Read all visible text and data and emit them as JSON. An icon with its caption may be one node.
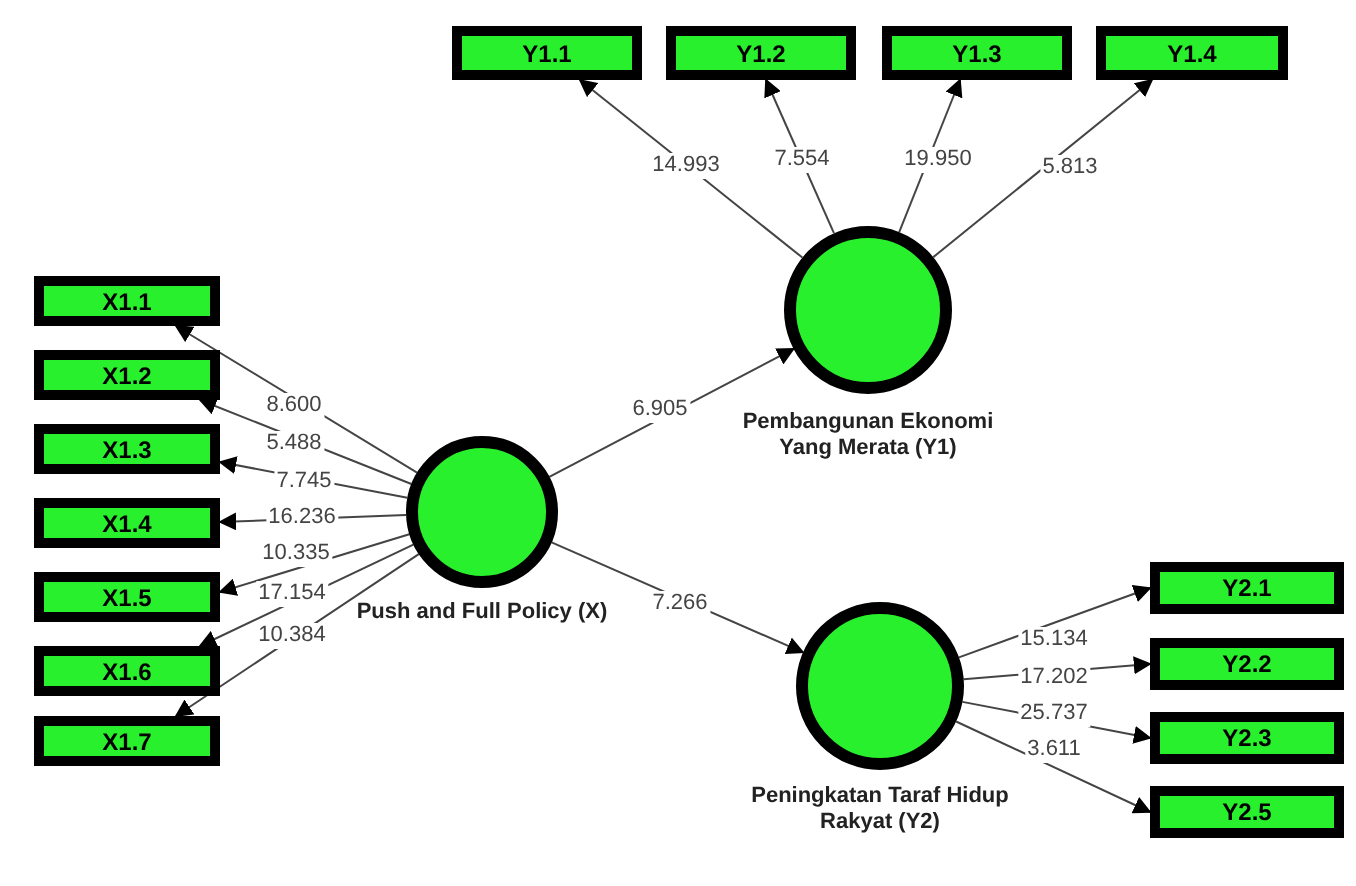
{
  "diagram": {
    "nodes": [
      {
        "text": [
          "X1.1"
        ]
      },
      {
        "text": [
          "X1.2"
        ]
      },
      {
        "text": [
          "X1.3"
        ]
      },
      {
        "text": [
          "X1.4"
        ]
      },
      {
        "text": [
          "X1.5"
        ]
      },
      {
        "text": [
          "X1.6"
        ]
      },
      {
        "text": [
          "X1.7"
        ]
      },
      {
        "text": [
          "Push and Full Policy (X)"
        ]
      },
      {
        "text": [
          "Y1.1"
        ]
      },
      {
        "text": [
          "Y1.2"
        ]
      },
      {
        "text": [
          "Y1.3"
        ]
      },
      {
        "text": [
          "Y1.4"
        ]
      },
      {
        "text": [
          "Pembangunan Ekonomi Yang Merata (Y1)"
        ]
      },
      {
        "text": [
          "Peningkatan Taraf Hidup Rakyat (Y2)"
        ]
      },
      {
        "text": [
          "Y2.1"
        ]
      },
      {
        "text": [
          "Y2.2"
        ]
      },
      {
        "text": [
          "Y2.3"
        ]
      },
      {
        "text": [
          "Y2.5"
        ]
      }
    ],
    "edges": [
      {
        "from": 7,
        "to": 0,
        "arrow": "to",
        "label": "8.600"
      },
      {
        "from": 7,
        "to": 1,
        "arrow": "to",
        "label": "5.488"
      },
      {
        "from": 7,
        "to": 2,
        "arrow": "to",
        "label": "7.745"
      },
      {
        "from": 7,
        "to": 3,
        "arrow": "to",
        "label": "16.236"
      },
      {
        "from": 7,
        "to": 4,
        "arrow": "to",
        "label": "10.335"
      },
      {
        "from": 7,
        "to": 5,
        "arrow": "to",
        "label": "17.154"
      },
      {
        "from": 7,
        "to": 6,
        "arrow": "to",
        "label": "10.384"
      },
      {
        "from": 12,
        "to": 8,
        "arrow": "to",
        "label": "14.993"
      },
      {
        "from": 12,
        "to": 9,
        "arrow": "to",
        "label": "7.554"
      },
      {
        "from": 12,
        "to": 10,
        "arrow": "to",
        "label": "19.950"
      },
      {
        "from": 12,
        "to": 11,
        "arrow": "to",
        "label": "5.813"
      },
      {
        "from": 7,
        "to": 12,
        "arrow": "to",
        "label": "6.905"
      },
      {
        "from": 7,
        "to": 13,
        "arrow": "to",
        "label": "7.266"
      },
      {
        "from": 13,
        "to": 14,
        "arrow": "to",
        "label": "15.134"
      },
      {
        "from": 13,
        "to": 15,
        "arrow": "to",
        "label": "17.202"
      },
      {
        "from": 13,
        "to": 16,
        "arrow": "to",
        "label": "25.737"
      },
      {
        "from": 13,
        "to": 17,
        "arrow": "to",
        "label": "3.611"
      }
    ]
  }
}
